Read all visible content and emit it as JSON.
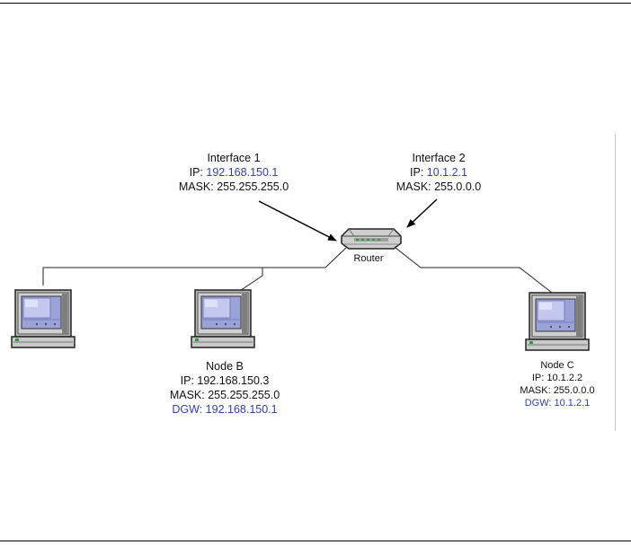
{
  "interface1": {
    "title": "Interface 1",
    "ip_label": "IP:",
    "ip": "192.168.150.1",
    "mask": "MASK: 255.255.255.0"
  },
  "interface2": {
    "title": "Interface 2",
    "ip_label": "IP:",
    "ip": "10.1.2.1",
    "mask": "MASK: 255.0.0.0"
  },
  "router": {
    "label": "Router"
  },
  "node_b": {
    "title": "Node B",
    "ip": "IP: 192.168.150.3",
    "mask": "MASK: 255.255.255.0",
    "dgw": "DGW: 192.168.150.1"
  },
  "node_c": {
    "title": "Node C",
    "ip": "IP: 10.1.2.2",
    "mask": "MASK: 255.0.0.0",
    "dgw": "DGW: 10.1.2.1"
  },
  "colors": {
    "address_blue": "#3340a8",
    "screen": "#b8bde8",
    "case": "#bdbdbd"
  },
  "icons": [
    "router-icon",
    "computer-icon"
  ]
}
